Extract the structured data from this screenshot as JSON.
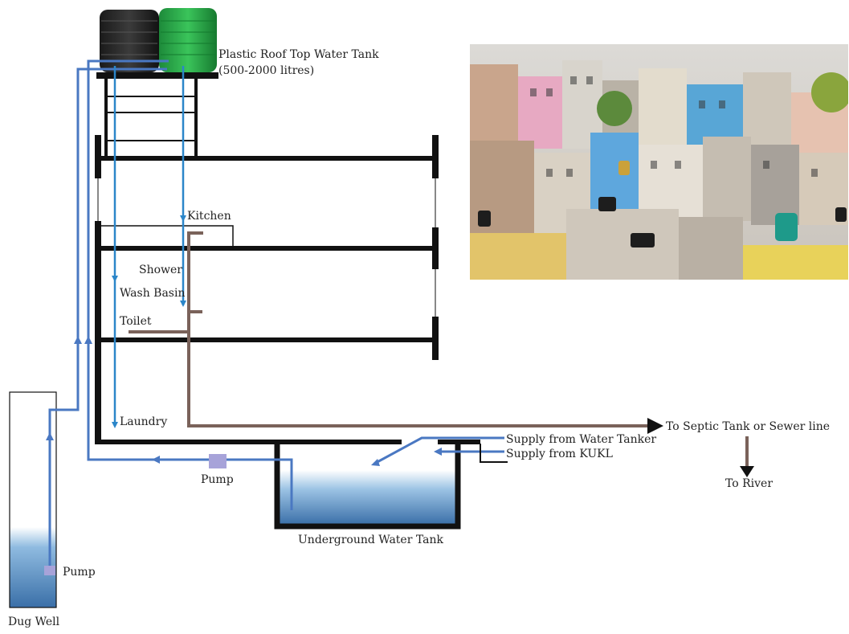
{
  "labels": {
    "roof_tank": "Plastic Roof Top Water Tank",
    "roof_tank_capacity": "(500-2000 litres)",
    "kitchen": "Kitchen",
    "shower": "Shower",
    "wash_basin": "Wash Basin",
    "toilet": "Toilet",
    "laundry": "Laundry",
    "to_septic": "To Septic Tank or Sewer line",
    "to_river": "To River",
    "supply_tanker": "Supply from Water Tanker",
    "supply_kukl": "Supply from KUKL",
    "pump_main": "Pump",
    "pump_well": "Pump",
    "underground_tank": "Underground Water Tank",
    "dug_well": "Dug Well"
  },
  "colors": {
    "water_line": "#4a78c2",
    "supply_line": "#2b86c9",
    "drain_line": "#7a625a",
    "structure": "#111111",
    "pump": "#a7a3d9",
    "water_top": "#ffffff",
    "water_bottom": "#3a6fa8"
  },
  "photo": {
    "description_icon": "city-rooftops-photo"
  }
}
